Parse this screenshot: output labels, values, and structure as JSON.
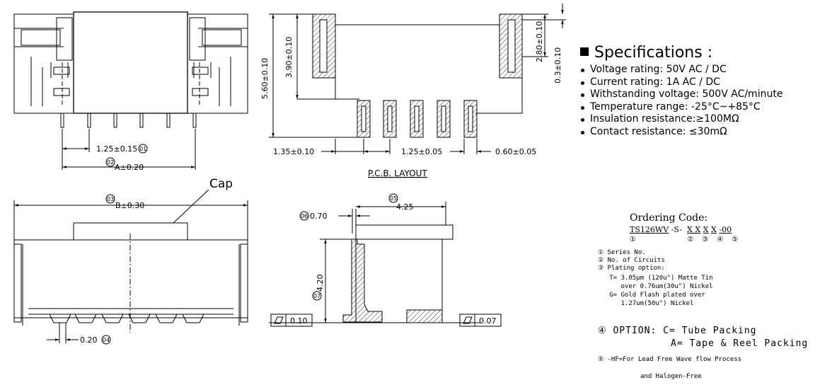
{
  "drawing": {
    "dim_pitch_left": "1.25±0.15",
    "ref_01": "01",
    "dim_A": "A±0.20",
    "ref_02": "02",
    "dim_height_5_60": "5.60±0.10",
    "dim_height_3_90": "3.90±0.10",
    "dim_height_2_80": "2.80±0.10",
    "dim_height_0_3": "0.3±0.10",
    "dim_1_35": "1.35±0.10",
    "dim_pitch_layout": "1.25±0.05",
    "dim_0_60": "0.60±0.05",
    "pcb_layout_label": "P.C.B. LAYOUT",
    "cap_label": "Cap",
    "ref_03": "03",
    "dim_B": "B±0.30",
    "dim_0_20": "0.20",
    "ref_04": "04",
    "ref_06": "06",
    "dim_0_70": "0.70",
    "ref_05": "05",
    "dim_4_25": "4.25",
    "ref_07": "07",
    "dim_4_20": "4.20",
    "flatness_left": "0.10",
    "flatness_right": "0.07"
  },
  "specs": {
    "title": "Specifications :",
    "items": [
      "Voltage rating: 50V AC / DC",
      "Current rating: 1A  AC / DC",
      "Withstanding voltage: 500V AC/minute",
      "Temperature range: -25°C~+85°C",
      "Insulation resistance:≥100MΩ",
      "Contact resistance: ≤30mΩ"
    ]
  },
  "ordering": {
    "title": "Ordering Code:",
    "code_series": "TS126WV",
    "code_mid": "-S-",
    "code_x1": "X X",
    "code_x2": "X",
    "code_x3": "X",
    "code_end": "-00",
    "code_nums": "①            ②  ③  ④  ⑤",
    "note1": "① Series No.",
    "note2": "② No. of Circuits",
    "note3": "③ Plating option:",
    "note3a": "   T= 3.05μm (120u\") Matte Tin",
    "note3b": "      over 0.76um(30u\") Nickel",
    "note3c": "   G= Gold Flash plated over",
    "note3d": "      1.27um(50u\") Nickel",
    "note4a": "④ OPTION: C= Tube Packing",
    "note4b": "A= Tape & Reel Packing",
    "note5a": "⑤ -HF=For Lead Free Wave flow Process",
    "note5b": "and Halogen-Free"
  }
}
